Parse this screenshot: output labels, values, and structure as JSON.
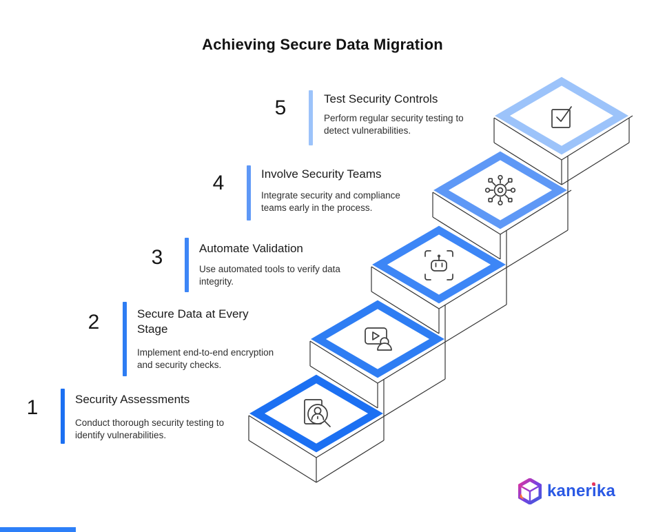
{
  "title": "Achieving Secure Data Migration",
  "steps": [
    {
      "number": "1",
      "title": "Security Assessments",
      "description": "Conduct thorough security testing to identify vulnerabilities.",
      "icon": "document-person-search-icon",
      "accent": "#1C70F2"
    },
    {
      "number": "2",
      "title": "Secure Data at Every Stage",
      "description": "Implement end-to-end encryption and security checks.",
      "icon": "video-person-icon",
      "accent": "#2E7DF3"
    },
    {
      "number": "3",
      "title": "Automate Validation",
      "description": "Use automated tools to verify data integrity.",
      "icon": "bot-scan-icon",
      "accent": "#3D86F6"
    },
    {
      "number": "4",
      "title": "Involve Security Teams",
      "description": "Integrate security and compliance teams early in the process.",
      "icon": "network-hub-icon",
      "accent": "#5E98F6"
    },
    {
      "number": "5",
      "title": "Test Security Controls",
      "description": "Perform regular security testing to detect vulnerabilities.",
      "icon": "checkbox-check-icon",
      "accent": "#9CC3FA"
    }
  ],
  "footer": {
    "logo_text": "kanerika",
    "accent_bar_color": "#2D7FF8",
    "logo_blue": "#2A59E4",
    "logo_dot_red": "#E8355C"
  }
}
